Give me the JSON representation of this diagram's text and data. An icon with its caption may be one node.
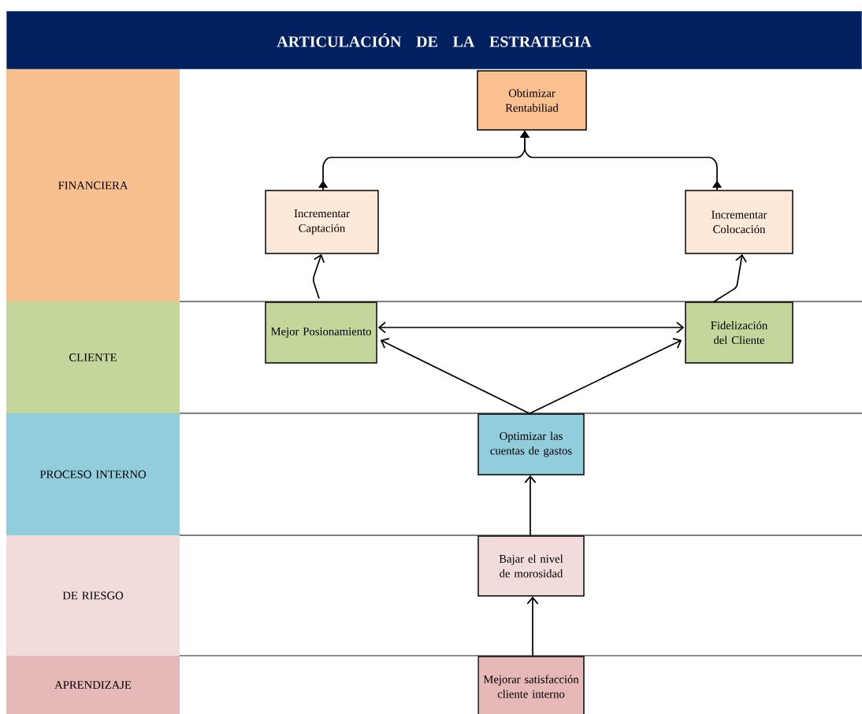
{
  "diagram": {
    "title": "ARTICULACIÓN DE LA ESTRATEGIA",
    "nodes": [
      {
        "text": [
          "FINANCIERA"
        ]
      },
      {
        "text": [
          "Obtimizar Rentabiliad"
        ]
      },
      {
        "text": [
          "Incrementar Captación"
        ]
      },
      {
        "text": [
          "Incrementar Colocación"
        ]
      },
      {
        "text": [
          "CLIENTE"
        ]
      },
      {
        "text": [
          "Mejor Posionamiento"
        ]
      },
      {
        "text": [
          "Fidelización del Cliente"
        ]
      },
      {
        "text": [
          "PROCESO INTERNO"
        ]
      },
      {
        "text": [
          "Optimizar las cuentas de gastos"
        ]
      },
      {
        "text": [
          "DE RIESGO"
        ]
      },
      {
        "text": [
          "Bajar el nivel de morosidad"
        ]
      },
      {
        "text": [
          "APRENDIZAJE"
        ]
      },
      {
        "text": [
          "Mejorar satisfacción cliente interno"
        ]
      }
    ],
    "edges": [
      {
        "from": 2,
        "to": 1,
        "arrow": "to"
      },
      {
        "from": 3,
        "to": 1,
        "arrow": "to"
      },
      {
        "from": 5,
        "to": 2,
        "arrow": "to"
      },
      {
        "from": 6,
        "to": 3,
        "arrow": "to"
      },
      {
        "from": 5,
        "to": 6,
        "arrow": "both"
      },
      {
        "from": 8,
        "to": 5,
        "arrow": "to"
      },
      {
        "from": 8,
        "to": 6,
        "arrow": "to"
      },
      {
        "from": 10,
        "to": 8,
        "arrow": "to"
      },
      {
        "from": 12,
        "to": 10,
        "arrow": "to"
      }
    ]
  }
}
